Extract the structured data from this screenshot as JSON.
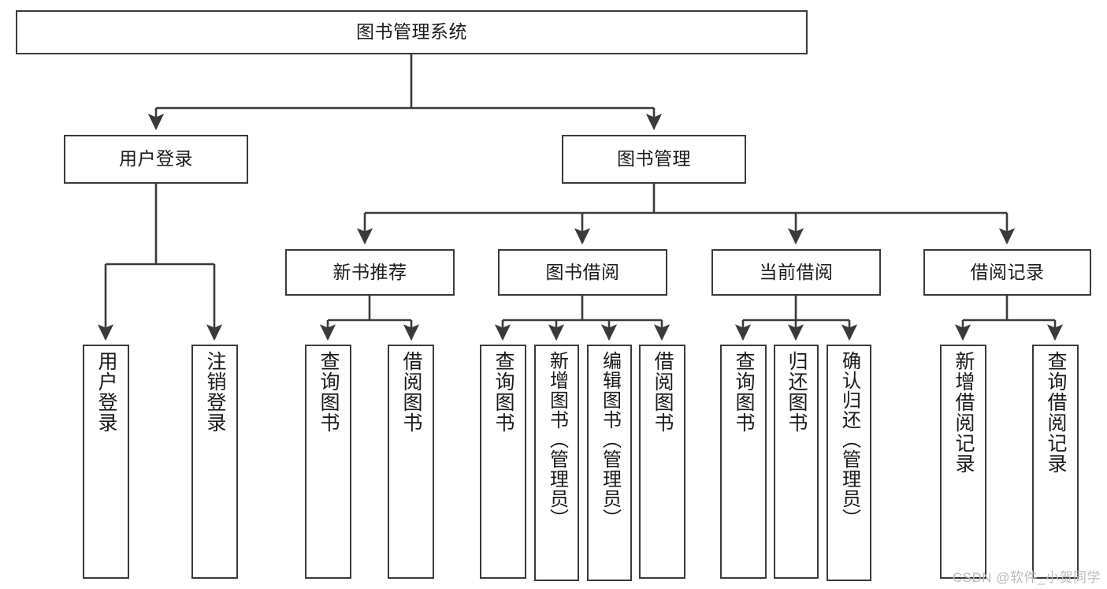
{
  "diagram": {
    "type": "tree",
    "title": "图书管理系统",
    "orientation": "top-down",
    "watermark": "CSDN @软件_小贺同学",
    "colors": {
      "node_border": "#3a3a3a",
      "node_fill": "#ffffff",
      "connector": "#3a3a3a",
      "text": "#1a1a1a",
      "watermark": "#b9b9b9"
    },
    "nodes": {
      "root": {
        "label": "图书管理系统",
        "level": 0
      },
      "l1": [
        {
          "id": "user-login",
          "label": "用户登录",
          "level": 1
        },
        {
          "id": "book-manage",
          "label": "图书管理",
          "level": 1
        }
      ],
      "l2": [
        {
          "id": "new-book-recommend",
          "label": "新书推荐",
          "level": 2,
          "parent": "book-manage"
        },
        {
          "id": "book-borrow",
          "label": "图书借阅",
          "level": 2,
          "parent": "book-manage"
        },
        {
          "id": "current-borrow",
          "label": "当前借阅",
          "level": 2,
          "parent": "book-manage"
        },
        {
          "id": "borrow-record",
          "label": "借阅记录",
          "level": 2,
          "parent": "book-manage"
        }
      ],
      "leaves": [
        {
          "id": "leaf-user-login",
          "label": "用户登录",
          "parent": "user-login"
        },
        {
          "id": "leaf-logout-login",
          "label": "注销登录",
          "parent": "user-login"
        },
        {
          "id": "leaf-query-book-1",
          "label": "查询图书",
          "parent": "new-book-recommend"
        },
        {
          "id": "leaf-borrow-book-1",
          "label": "借阅图书",
          "parent": "new-book-recommend"
        },
        {
          "id": "leaf-query-book-2",
          "label": "查询图书",
          "parent": "book-borrow"
        },
        {
          "id": "leaf-add-book",
          "label": "新增图书（管理员）",
          "parent": "book-borrow"
        },
        {
          "id": "leaf-edit-book",
          "label": "编辑图书（管理员）",
          "parent": "book-borrow"
        },
        {
          "id": "leaf-borrow-book-2",
          "label": "借阅图书",
          "parent": "book-borrow"
        },
        {
          "id": "leaf-query-book-3",
          "label": "查询图书",
          "parent": "current-borrow"
        },
        {
          "id": "leaf-return-book",
          "label": "归还图书",
          "parent": "current-borrow"
        },
        {
          "id": "leaf-confirm-return",
          "label": "确认归还（管理员）",
          "parent": "current-borrow"
        },
        {
          "id": "leaf-add-record",
          "label": "新增借阅记录",
          "parent": "borrow-record"
        },
        {
          "id": "leaf-query-record",
          "label": "查询借阅记录",
          "parent": "borrow-record"
        }
      ]
    }
  }
}
